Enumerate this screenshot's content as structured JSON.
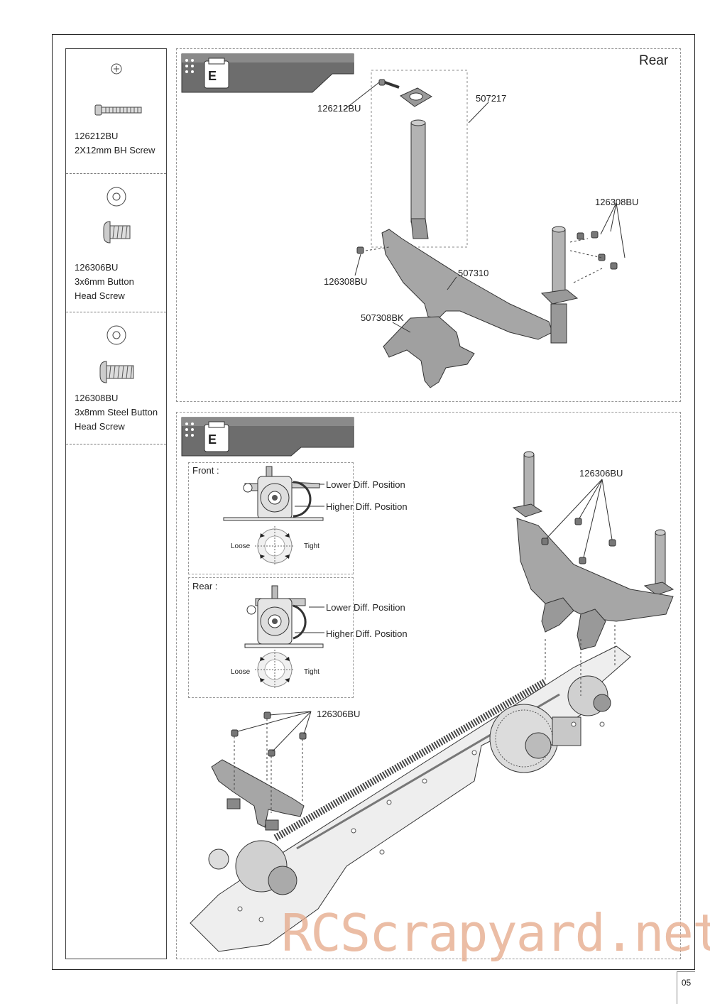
{
  "parts": [
    {
      "code": "126212BU",
      "desc1": "2X12mm BH Screw",
      "desc2": ""
    },
    {
      "code": "126306BU",
      "desc1": "3x6mm Button",
      "desc2": "Head Screw"
    },
    {
      "code": "126308BU",
      "desc1": "3x8mm Steel Button",
      "desc2": "Head Screw"
    }
  ],
  "step1": {
    "badge": "E",
    "title": "Rear",
    "labels": {
      "screw_top": "126212BU",
      "mount_top": "507217",
      "screw_right": "126308BU",
      "screw_left": "126308BU",
      "plate": "507310",
      "bracket": "507308BK"
    }
  },
  "step2": {
    "badge": "E",
    "front_inset": {
      "title": "Front :",
      "lower": "Lower Diff. Position",
      "higher": "Higher Diff. Position",
      "loose": "Loose",
      "tight": "Tight"
    },
    "rear_inset": {
      "title": "Rear :",
      "lower": "Lower Diff. Position",
      "higher": "Higher Diff. Position",
      "loose": "Loose",
      "tight": "Tight"
    },
    "screw_right": "126306BU",
    "screw_left": "126306BU"
  },
  "page_number": "05",
  "watermark": "RCScrapyard.net"
}
